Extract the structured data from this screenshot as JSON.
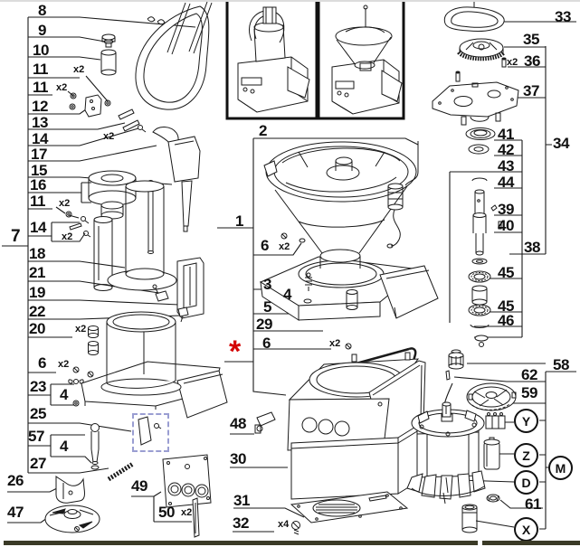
{
  "diagram": {
    "type": "exploded-parts-diagram",
    "thumbnails": [
      {
        "name": "machine with feed head"
      },
      {
        "name": "machine with hopper"
      }
    ]
  },
  "callouts": {
    "group_left": {
      "label": "7"
    },
    "left": [
      {
        "label": "8"
      },
      {
        "label": "9"
      },
      {
        "label": "10"
      },
      {
        "label": "11",
        "qty": "x2"
      },
      {
        "label": "11",
        "qty": "x2"
      },
      {
        "label": "12"
      },
      {
        "label": "13"
      },
      {
        "label": "14",
        "qty": "x2"
      },
      {
        "label": "17"
      },
      {
        "label": "15"
      },
      {
        "label": "16"
      },
      {
        "label": "11",
        "qty": "x2"
      },
      {
        "label": "14",
        "qty": "x2"
      },
      {
        "label": "18"
      },
      {
        "label": "21"
      },
      {
        "label": "19"
      },
      {
        "label": "22"
      },
      {
        "label": "20",
        "qty": "x2"
      },
      {
        "label": "6",
        "qty": "x2"
      },
      {
        "label": "23"
      },
      {
        "label": "4"
      },
      {
        "label": "25"
      },
      {
        "label": "57"
      },
      {
        "label": "4"
      },
      {
        "label": "27"
      },
      {
        "label": "26"
      },
      {
        "label": "47"
      },
      {
        "label": "49"
      },
      {
        "label": "50",
        "qty": "x2"
      }
    ],
    "middle": [
      {
        "label": "2"
      },
      {
        "label": "1"
      },
      {
        "label": "6",
        "qty": "x2"
      },
      {
        "label": "3"
      },
      {
        "label": "4"
      },
      {
        "label": "5"
      },
      {
        "label": "29"
      },
      {
        "label": "6",
        "qty": "x2"
      },
      {
        "label": "48"
      },
      {
        "label": "30"
      },
      {
        "label": "31"
      },
      {
        "label": "32",
        "qty": "x4"
      }
    ],
    "asterisk": "*",
    "right": [
      {
        "label": "33"
      },
      {
        "label": "35"
      },
      {
        "label": "36",
        "qty": "x2"
      },
      {
        "label": "37"
      },
      {
        "label": "34"
      },
      {
        "label": "41"
      },
      {
        "label": "42"
      },
      {
        "label": "43"
      },
      {
        "label": "44"
      },
      {
        "label": "39"
      },
      {
        "label": "40"
      },
      {
        "label": "38"
      },
      {
        "label": "45"
      },
      {
        "label": "45"
      },
      {
        "label": "46"
      },
      {
        "label": "58"
      },
      {
        "label": "62"
      },
      {
        "label": "59"
      },
      {
        "label": "61"
      }
    ],
    "letters": [
      {
        "label": "Y"
      },
      {
        "label": "Z"
      },
      {
        "label": "M"
      },
      {
        "label": "D"
      },
      {
        "label": "X"
      }
    ]
  },
  "colors": {
    "asterisk": "#d40000",
    "highlight_box": "#9a9ed2",
    "footer_bar": "#3a3a26",
    "line": "#1a1a1a"
  }
}
